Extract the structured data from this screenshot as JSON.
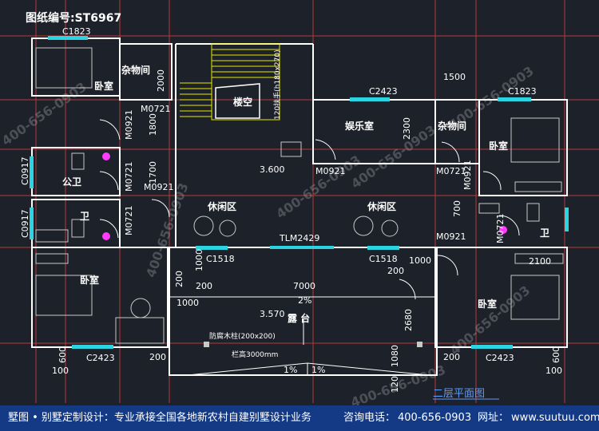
{
  "drawing_no": "图纸编号:ST6967",
  "plan_title": "二层平面图",
  "rooms": {
    "bedroom_tl": "卧室",
    "storage_tl": "杂物间",
    "void": "楼空",
    "entertainment": "娱乐室",
    "storage_r": "杂物间",
    "bedroom_tr": "卧室",
    "public_bath": "公卫",
    "bath_l": "卫",
    "bath_r": "卫",
    "lounge_l": "休闲区",
    "lounge_r": "休闲区",
    "bedroom_bl": "卧室",
    "bedroom_br": "卧室",
    "terrace": "露  台"
  },
  "labels": {
    "c1823_l": "C1823",
    "c1823_r": "C1823",
    "c2423_top": "C2423",
    "m0721_top": "M0721",
    "m0921_a": "M0921",
    "m0921_b": "M0921",
    "m0921_c": "M0921",
    "m0921_d": "M0921",
    "m0921_e": "M0921",
    "m0721_a": "M0721",
    "m0721_b": "M0721",
    "m0721_c": "M0721",
    "m0721_d": "M0721",
    "c0917_a": "C0917",
    "c0917_b": "C0917",
    "tlm": "TLM2429",
    "c1518_l": "C1518",
    "c1518_r": "C1518",
    "c2423_bl": "C2423",
    "c2423_br": "C2423",
    "level_1": "3.600",
    "level_2": "3.570",
    "stair": "120扶手(h180x270)",
    "column": "防腐木柱(200x200)",
    "rail_h": "栏高3000mm",
    "slope": "2%",
    "slope_a": "1%",
    "slope_b": "1%"
  },
  "dims": {
    "d1500": "1500",
    "d2000": "2000",
    "d1800": "1800",
    "d1700": "1700",
    "d2300": "2300",
    "d700": "700",
    "d1000a": "1000",
    "d1000b": "1000",
    "d1000c": "1000",
    "d2100": "2100",
    "d200a": "200",
    "d200b": "200",
    "d200c": "200",
    "d200d": "200",
    "d200e": "200",
    "d7000": "7000",
    "d2680": "2680",
    "d1080": "1080",
    "d120": "120",
    "d100a": "100",
    "d100b": "100",
    "d600a": "600",
    "d600b": "600"
  },
  "watermarks": [
    "400-656-0903",
    "400-656-0903",
    "400-656-0903",
    "400-656-0903",
    "400-656-0903",
    "400-656-0903",
    "400-656-0903"
  ],
  "footer": {
    "left": "墅图 • 别墅定制设计：专业承接全国各地新农村自建别墅设计业务",
    "phone_label": "咨询电话：",
    "phone": "400-656-0903",
    "site_label": "网址：",
    "site": "www.suutuu.com"
  }
}
